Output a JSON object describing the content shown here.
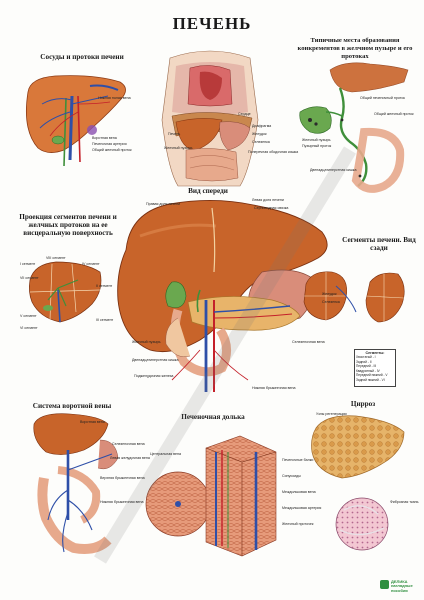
{
  "title": "ПЕЧЕНЬ",
  "sections": {
    "vessels": "Сосуды и протоки печени",
    "stones": "Типичные места образования конкрементов в желчном пузыре и его протоках",
    "front": "Вид спереди",
    "projection": "Проекция сегментов печени и желчных протоков на ее висцеральную поверхность",
    "segments_back": "Сегменты печени. Вид сзади",
    "portal": "Система воротной вены",
    "lobule": "Печеночная долька",
    "cirrhosis": "Цирроз"
  },
  "labels": {
    "vessels": [
      "Воротная вена",
      "Печеночная артерия",
      "Общий желчный проток",
      "Нижняя полая вена"
    ],
    "torso": [
      "Сердце",
      "Диафрагма",
      "Печень",
      "Желудок",
      "Селезенка",
      "Желчный пузырь",
      "Поперечная ободочная кишка"
    ],
    "stones": [
      "Желчный пузырь",
      "Пузырный проток",
      "Общий печеночный проток",
      "Общий желчный проток",
      "Двенадцатиперстная кишка"
    ],
    "front_left": [
      "Правая доля печени",
      "Желчный пузырь",
      "Двенадцатиперстная кишка",
      "Поджелудочная железа"
    ],
    "front_right": [
      "Левая доля печени",
      "Серповидная связка",
      "Желудок",
      "Селезенка",
      "Селезеночная вена",
      "Нижняя брыжеечная вена"
    ],
    "projection": [
      "I сегмент",
      "II сегмент",
      "III сегмент",
      "IV сегмент",
      "V сегмент",
      "VI сегмент",
      "VII сегмент",
      "VIII сегмент"
    ],
    "portal": [
      "Воротная вена",
      "Селезеночная вена",
      "Верхняя брыжеечная вена",
      "Нижняя брыжеечная вена",
      "Левая желудочная вена"
    ],
    "lobule": [
      "Центральная вена",
      "Печеночные балки",
      "Синусоиды",
      "Междольковая вена",
      "Междольковая артерия",
      "Желчный проточек"
    ],
    "cirrhosis": [
      "Узлы регенерации",
      "Фиброзная ткань"
    ]
  },
  "legend": {
    "heading": "Сегменты:",
    "items": [
      "Хвостатый - I",
      "Задний - II",
      "Передний - III",
      "Квадратный - IV",
      "Передний нижний - V",
      "Задний нижний - VI"
    ]
  },
  "watermark": "cross-out",
  "logo": {
    "line1": "ДЕЛИКА",
    "line2": "наглядные пособия"
  },
  "colors": {
    "liver": "#c8642a",
    "liver_dark": "#9b3f18",
    "vein": "#2e4fa8",
    "artery": "#c4202a",
    "bile": "#3f8f3a",
    "gallbladder": "#6aa84f",
    "pancreas": "#e8b46a",
    "intestine": "#e7a98c",
    "stomach": "#d98d7a"
  }
}
